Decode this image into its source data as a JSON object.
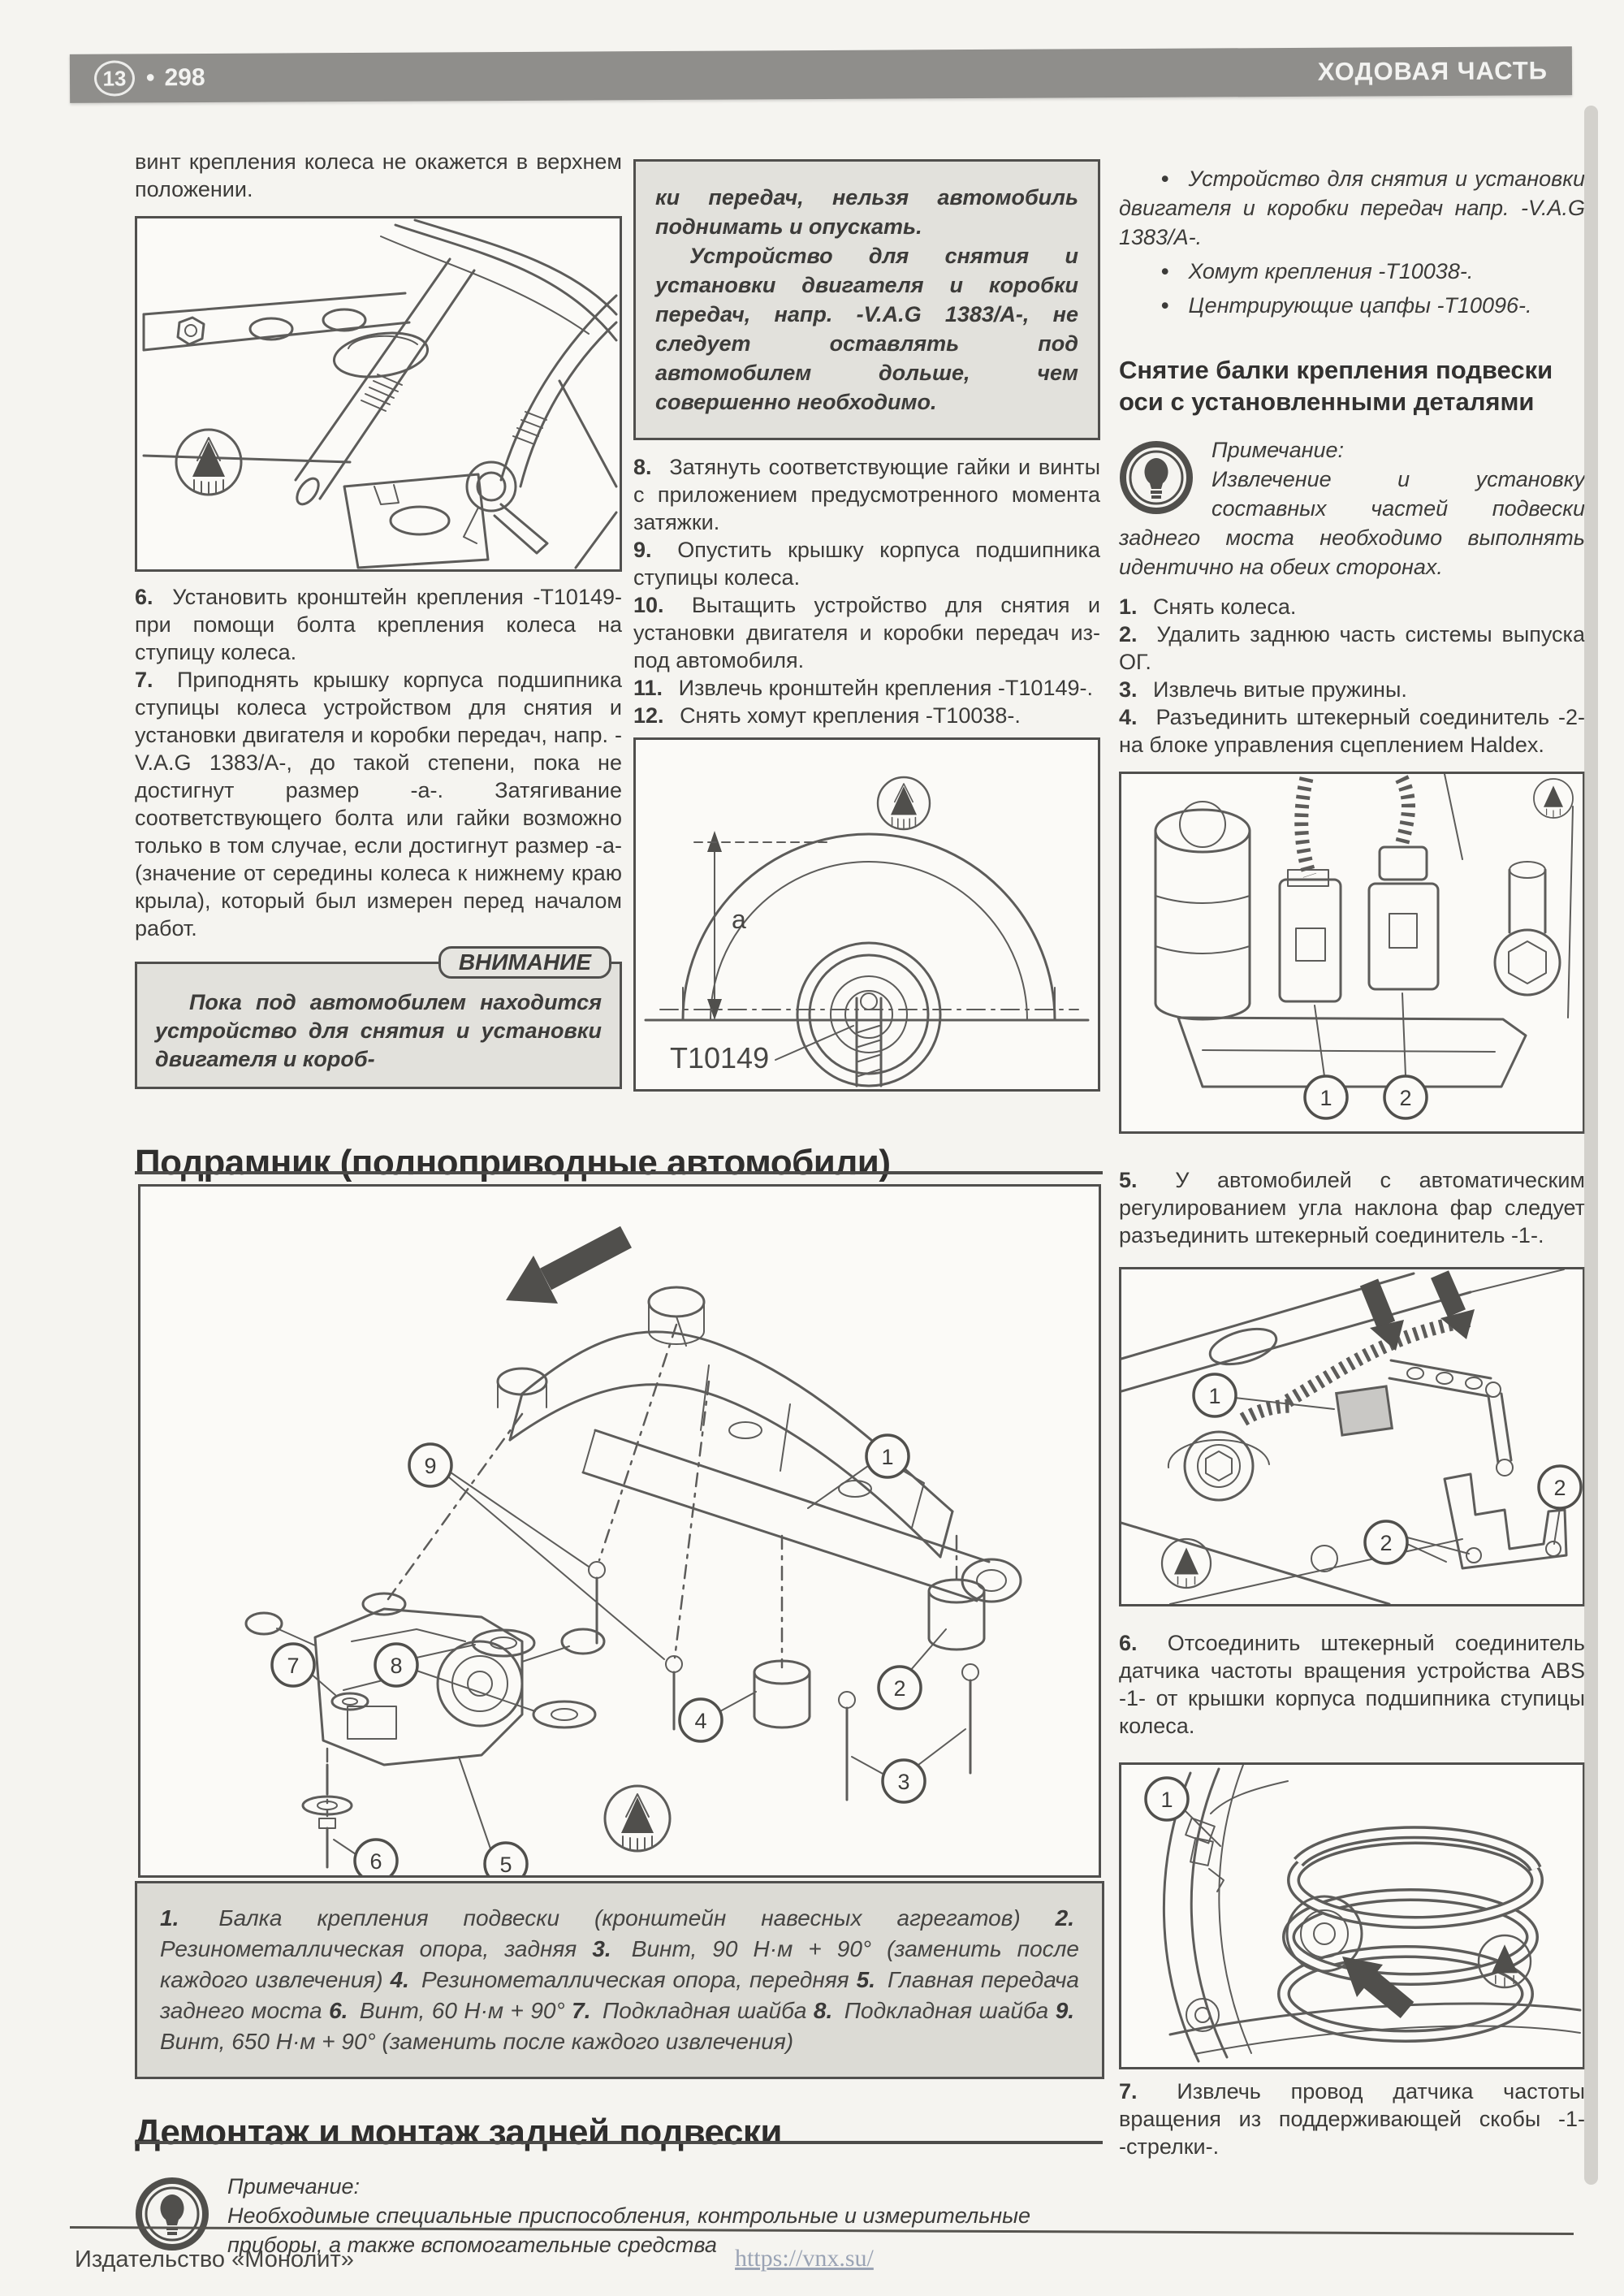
{
  "header": {
    "badge": "13",
    "separator": "•",
    "page": "298",
    "title": "ХОДОВАЯ ЧАСТЬ"
  },
  "left": {
    "intro": "винт крепления колеса не окажется в верхнем положении.",
    "steps": [
      {
        "num": "6.",
        "text": "Установить кронштейн крепления -Т10149- при помощи болта крепления колеса на ступицу колеса."
      },
      {
        "num": "7.",
        "text": "Приподнять крышку корпуса подшипника ступицы колеса устройством для снятия и установки двигателя и коробки передач, напр. -V.A.G 1383/A-, до такой степени, пока не достигнут размер -а-. Затягивание соответствующего болта или гайки возможно только в том случае, если достигнут размер -а- (значение от середины колеса к нижнему краю крыла), который был измерен перед началом работ."
      }
    ],
    "warning_label": "ВНИМАНИЕ",
    "warning_text": "Пока под автомобилем находится устройство для снятия и установки двигателя и короб-"
  },
  "middle": {
    "warning_cont_p1": "ки передач, нельзя автомобиль поднимать и опускать.",
    "warning_cont_p2": "Устройство для снятия и установки двигателя и коробки передач, напр. -V.A.G 1383/A-, не следует оставлять под автомобилем дольше, чем совершенно необходимо.",
    "steps": [
      {
        "num": "8.",
        "text": "Затянуть соответствующие гайки и винты с приложением предусмотренного момента затяжки."
      },
      {
        "num": "9.",
        "text": "Опустить крышку корпуса подшипника ступицы колеса."
      },
      {
        "num": "10.",
        "text": "Вытащить устройство для снятия и установки двигателя и коробки передач из-под автомобиля."
      },
      {
        "num": "11.",
        "text": "Извлечь кронштейн крепления -Т10149-."
      },
      {
        "num": "12.",
        "text": "Снять хомут крепления -Т10038-."
      }
    ],
    "figure": {
      "dim_label": "a",
      "tool_label": "T10149"
    }
  },
  "right": {
    "bullet_char": "•",
    "bullets": [
      "Устройство для снятия и установки двигателя и коробки передач напр. -V.A.G 1383/A-.",
      "Хомут крепления -Т10038-.",
      "Центрирующие цапфы -Т10096-."
    ],
    "heading": "Снятие балки крепления подвески оси с установленными деталями",
    "note_label": "Примечание:",
    "note_text": "Извлечение и установку составных частей подвески заднего моста необходимо выполнять идентично на обеих сторонах.",
    "steps": [
      {
        "num": "1.",
        "text": "Снять колеса."
      },
      {
        "num": "2.",
        "text": "Удалить заднюю часть системы выпуска ОГ."
      },
      {
        "num": "3.",
        "text": "Извлечь витые пружины."
      },
      {
        "num": "4.",
        "text": "Разъединить штекерный соединитель -2- на блоке управления сцеплением Haldex."
      },
      {
        "num": "5.",
        "text": "У автомобилей с автоматическим регулированием угла наклона фар следует разъединить штекерный соединитель -1-."
      },
      {
        "num": "6.",
        "text": "Отсоединить штекерный соединитель датчика частоты вращения устройства ABS -1- от крышки корпуса подшипника ступицы колеса."
      },
      {
        "num": "7.",
        "text": "Извлечь провод датчика частоты вращения из поддерживающей скобы -1- -стрелки-."
      }
    ],
    "fig1_callouts": [
      "1",
      "2"
    ],
    "fig2_callouts": [
      "1",
      "2",
      "2"
    ],
    "fig3_callouts": [
      "1"
    ]
  },
  "subframe": {
    "heading": "Подрамник (полноприводные автомобили)",
    "callouts": [
      "1",
      "2",
      "3",
      "4",
      "5",
      "6",
      "7",
      "8",
      "9"
    ],
    "caption_items": [
      {
        "num": "1.",
        "text": "Балка крепления подвески (кронштейн навесных агрегатов)"
      },
      {
        "num": "2.",
        "text": "Резинометаллическая опора, задняя"
      },
      {
        "num": "3.",
        "text": "Винт, 90 Н·м + 90° (заменить после каждого извлечения)"
      },
      {
        "num": "4.",
        "text": "Резинометаллическая опора, передняя"
      },
      {
        "num": "5.",
        "text": "Главная передача заднего моста"
      },
      {
        "num": "6.",
        "text": "Винт, 60 Н·м + 90°"
      },
      {
        "num": "7.",
        "text": "Подкладная шайба"
      },
      {
        "num": "8.",
        "text": "Подкладная шайба"
      },
      {
        "num": "9.",
        "text": "Винт, 650 Н·м + 90° (заменить после каждого извлечения)"
      }
    ]
  },
  "bottom": {
    "heading": "Демонтаж и монтаж задней подвески",
    "note_label": "Примечание:",
    "note_text": "Необходимые специальные приспособления, контрольные и измерительные приборы, а также вспомогательные средства"
  },
  "footer": {
    "publisher": "Издательство «Монолит»",
    "url": "https://vnx.su/"
  }
}
